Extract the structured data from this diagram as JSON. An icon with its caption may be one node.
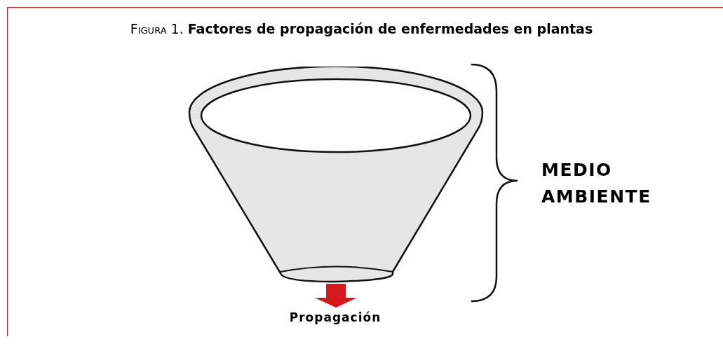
{
  "diagram": {
    "title": "Figura 1. **Factores de propagación de enfermedades en plantas**",
    "nodes": [
      {
        "text": [],
        "shape": "picture"
      },
      {
        "text": [
          "Propagación"
        ]
      }
    ],
    "edges": [
      {
        "from": 0,
        "to": 1,
        "arrow": "to",
        "color": "#d7191f"
      }
    ],
    "labels": [
      "MEDIO AMBIENTE"
    ]
  }
}
